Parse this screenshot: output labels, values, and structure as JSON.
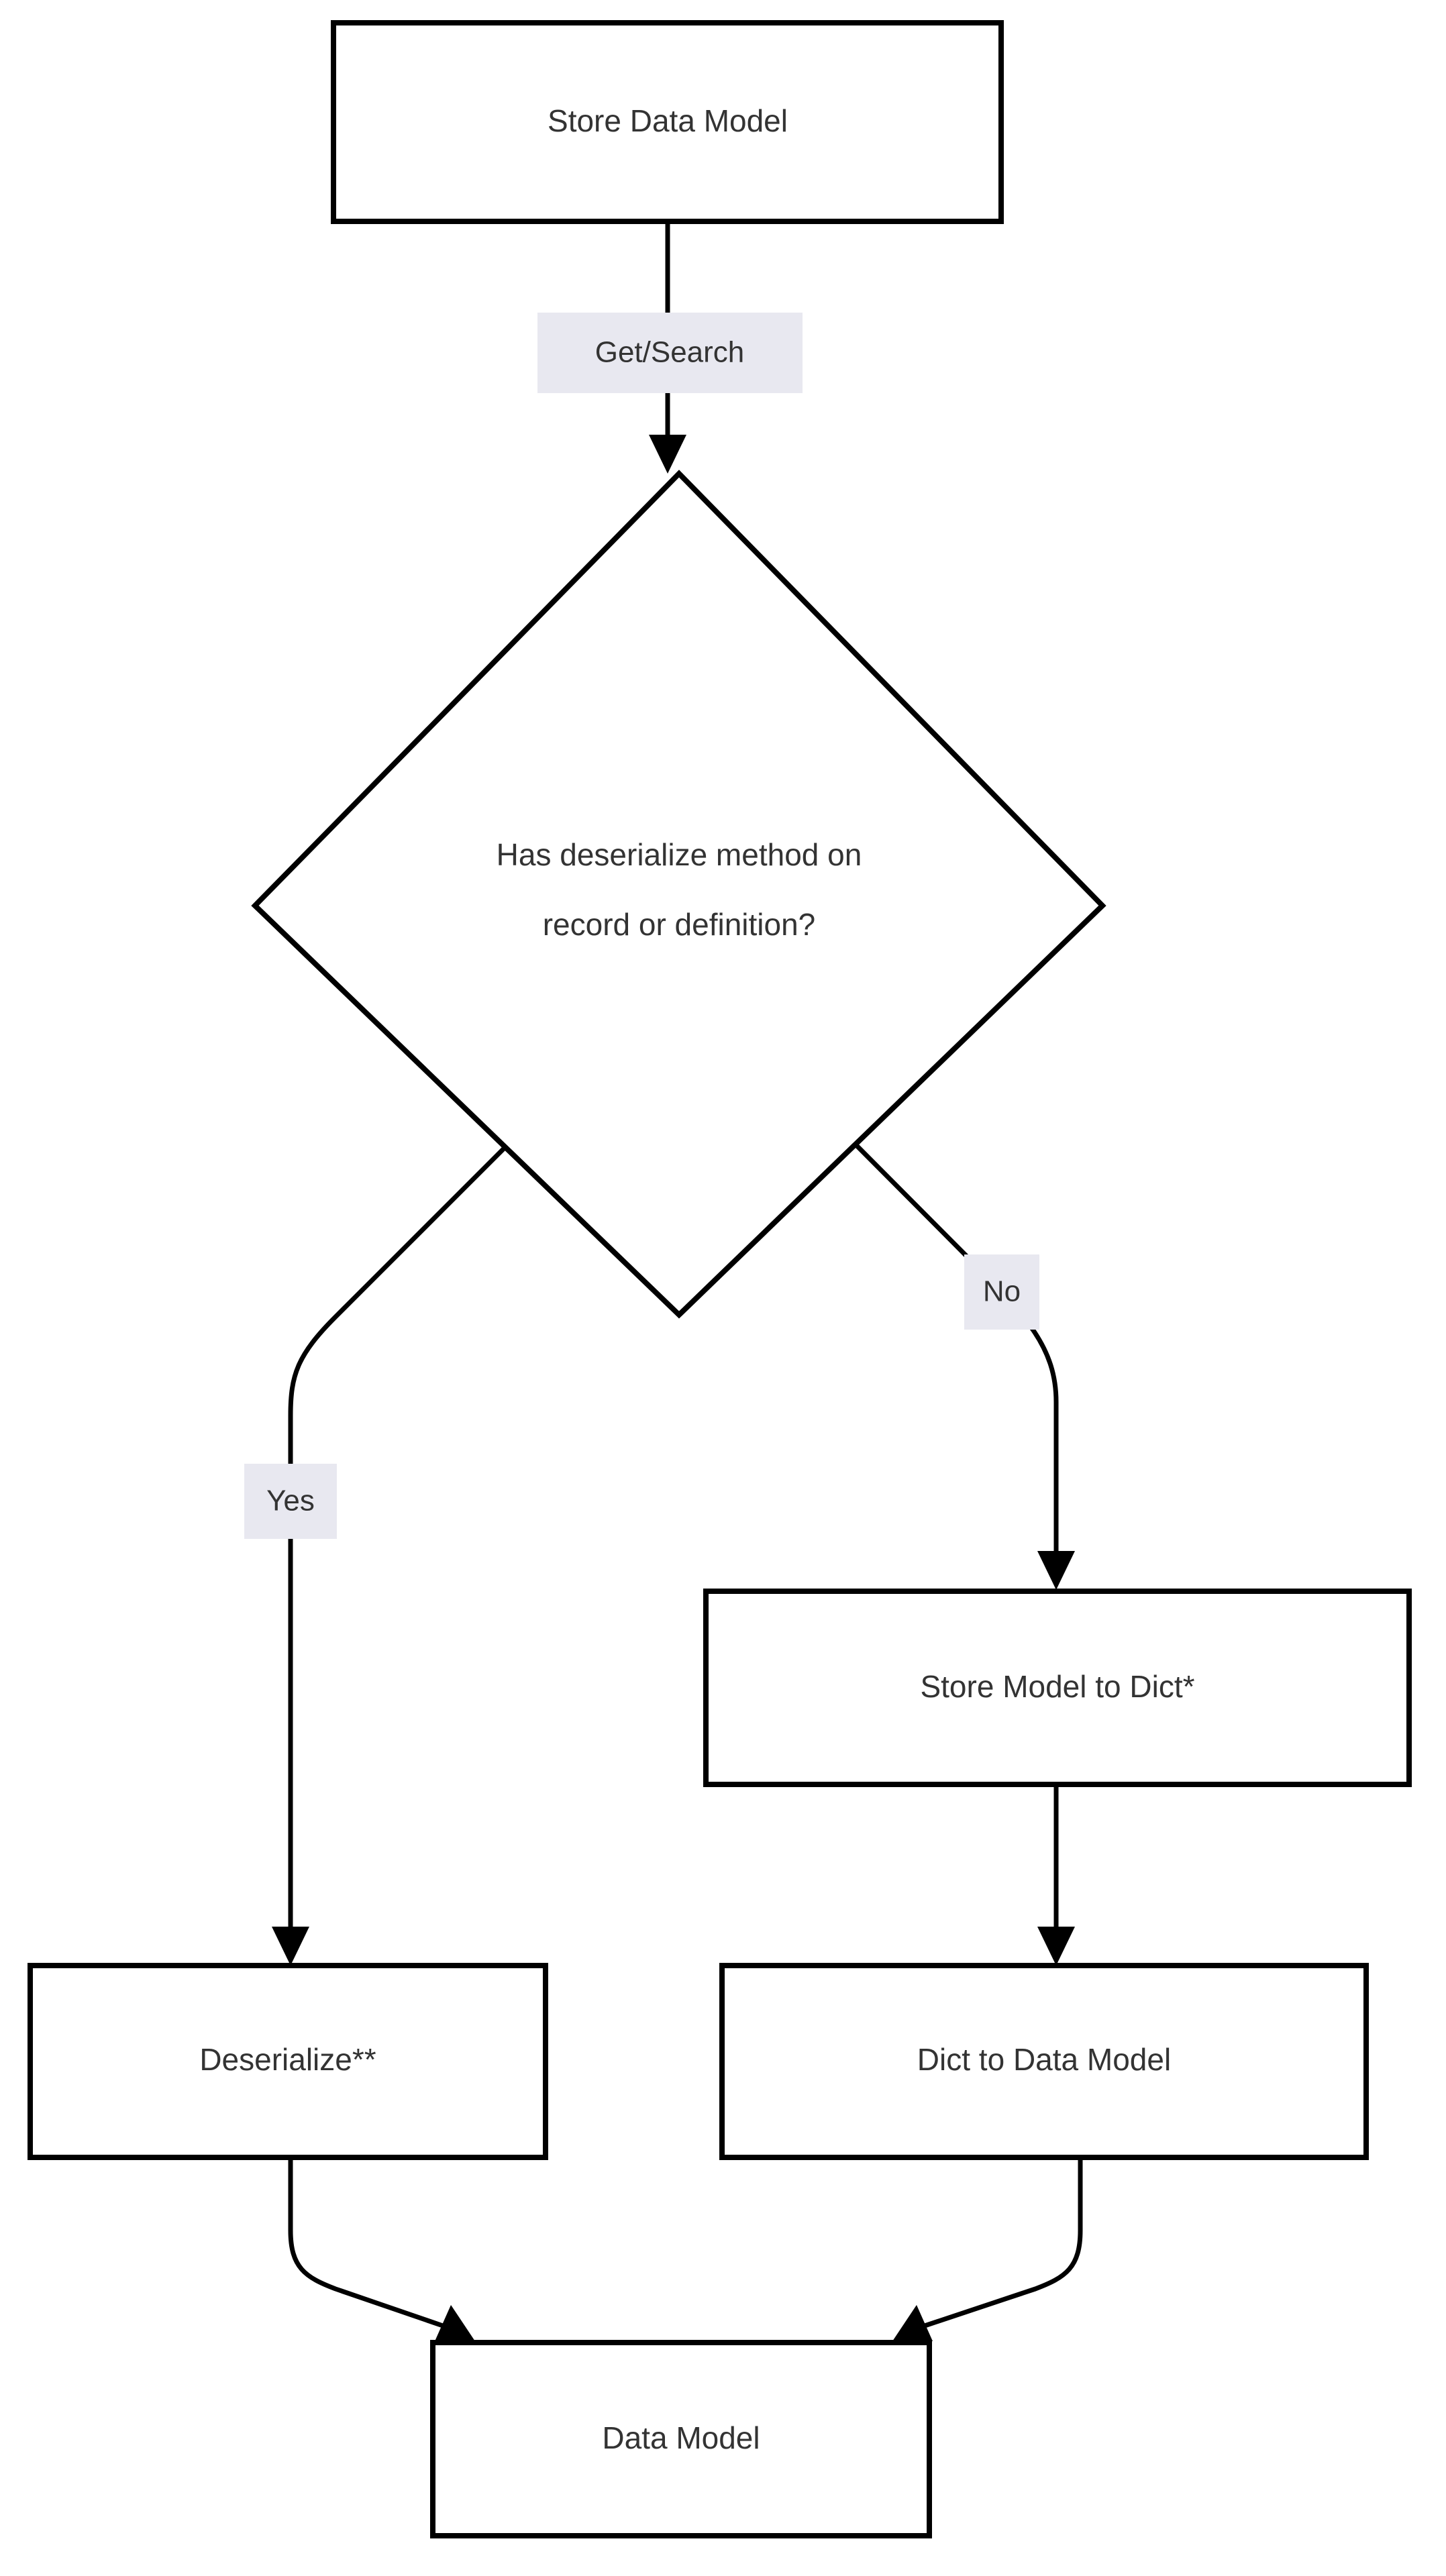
{
  "diagram": {
    "type": "flowchart",
    "orientation": "top-to-bottom",
    "background_color": "#ffffff",
    "node_fill": "#ffffff",
    "node_stroke": "#000000",
    "text_color": "#333333",
    "edge_label_background": "#e8e8f0",
    "nodes": [
      {
        "id": "store-data-model",
        "shape": "rectangle",
        "label": "Store Data Model"
      },
      {
        "id": "has-deserialize-decision",
        "shape": "diamond",
        "label_line1": "Has deserialize method on",
        "label_line2": "record or definition?"
      },
      {
        "id": "store-model-to-dict",
        "shape": "rectangle",
        "label": "Store Model to Dict*"
      },
      {
        "id": "deserialize",
        "shape": "rectangle",
        "label": "Deserialize**"
      },
      {
        "id": "dict-to-data-model",
        "shape": "rectangle",
        "label": "Dict to Data Model"
      },
      {
        "id": "data-model",
        "shape": "rectangle",
        "label": "Data Model"
      }
    ],
    "edges": [
      {
        "id": "edge-store-to-decision",
        "from": "store-data-model",
        "to": "has-deserialize-decision",
        "label": "Get/Search"
      },
      {
        "id": "edge-decision-yes",
        "from": "has-deserialize-decision",
        "to": "deserialize",
        "label": "Yes"
      },
      {
        "id": "edge-decision-no",
        "from": "has-deserialize-decision",
        "to": "store-model-to-dict",
        "label": "No"
      },
      {
        "id": "edge-dict-to-model",
        "from": "store-model-to-dict",
        "to": "dict-to-data-model",
        "label": ""
      },
      {
        "id": "edge-deserialize-to-data-model",
        "from": "deserialize",
        "to": "data-model",
        "label": ""
      },
      {
        "id": "edge-dictmodel-to-data-model",
        "from": "dict-to-data-model",
        "to": "data-model",
        "label": ""
      }
    ]
  }
}
